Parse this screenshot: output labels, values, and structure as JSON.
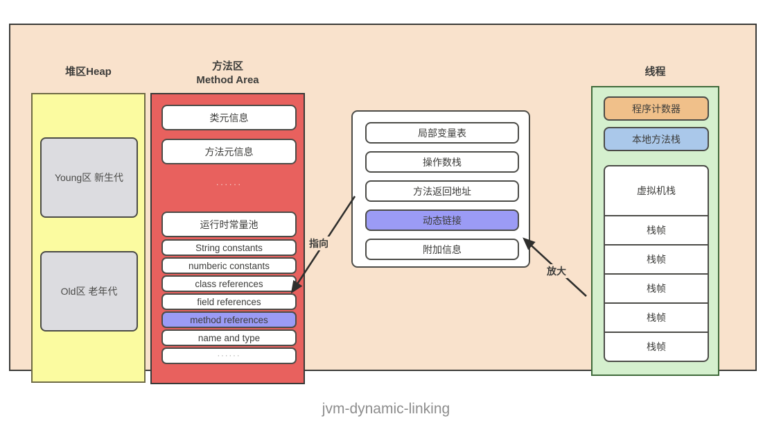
{
  "caption": "jvm-dynamic-linking",
  "colors": {
    "frame_bg": "#f9e2cc",
    "heap_bg": "#fbfba0",
    "method_area_bg": "#e8615e",
    "thread_bg": "#d5f0ce",
    "highlight_purple": "#9b9bf5",
    "pc_orange": "#f0c08a",
    "native_blue": "#aac8ea",
    "generation_gray": "#dcdce0",
    "border": "#4b4b47",
    "caption_gray": "#8d8d8d"
  },
  "heap": {
    "title": "堆区Heap",
    "young": "Young区\n新生代",
    "old": "Old区\n老年代"
  },
  "method_area": {
    "title": "方法区\nMethod Area",
    "class_meta": "类元信息",
    "method_meta": "方法元信息",
    "ellipsis": "······",
    "runtime_constant_pool": "运行时常量池",
    "constant_pool_items": [
      {
        "label": "String constants",
        "highlight": false
      },
      {
        "label": "numberic constants",
        "highlight": false
      },
      {
        "label": "class references",
        "highlight": false
      },
      {
        "label": "field references",
        "highlight": false
      },
      {
        "label": "method references",
        "highlight": true
      },
      {
        "label": "name and type",
        "highlight": false
      },
      {
        "label": "······",
        "highlight": false
      }
    ]
  },
  "stack_frame_detail": {
    "items": [
      {
        "label": "局部变量表",
        "highlight": false
      },
      {
        "label": "操作数栈",
        "highlight": false
      },
      {
        "label": "方法返回地址",
        "highlight": false
      },
      {
        "label": "动态链接",
        "highlight": true
      },
      {
        "label": "附加信息",
        "highlight": false
      }
    ]
  },
  "thread": {
    "title": "线程",
    "program_counter": "程序计数器",
    "native_method_stack": "本地方法栈",
    "vm_stack": "虚拟机栈",
    "frames": [
      "栈帧",
      "栈帧",
      "栈帧",
      "栈帧",
      "栈帧"
    ]
  },
  "arrows": {
    "points_to": "指向",
    "zoom_in": "放大"
  }
}
